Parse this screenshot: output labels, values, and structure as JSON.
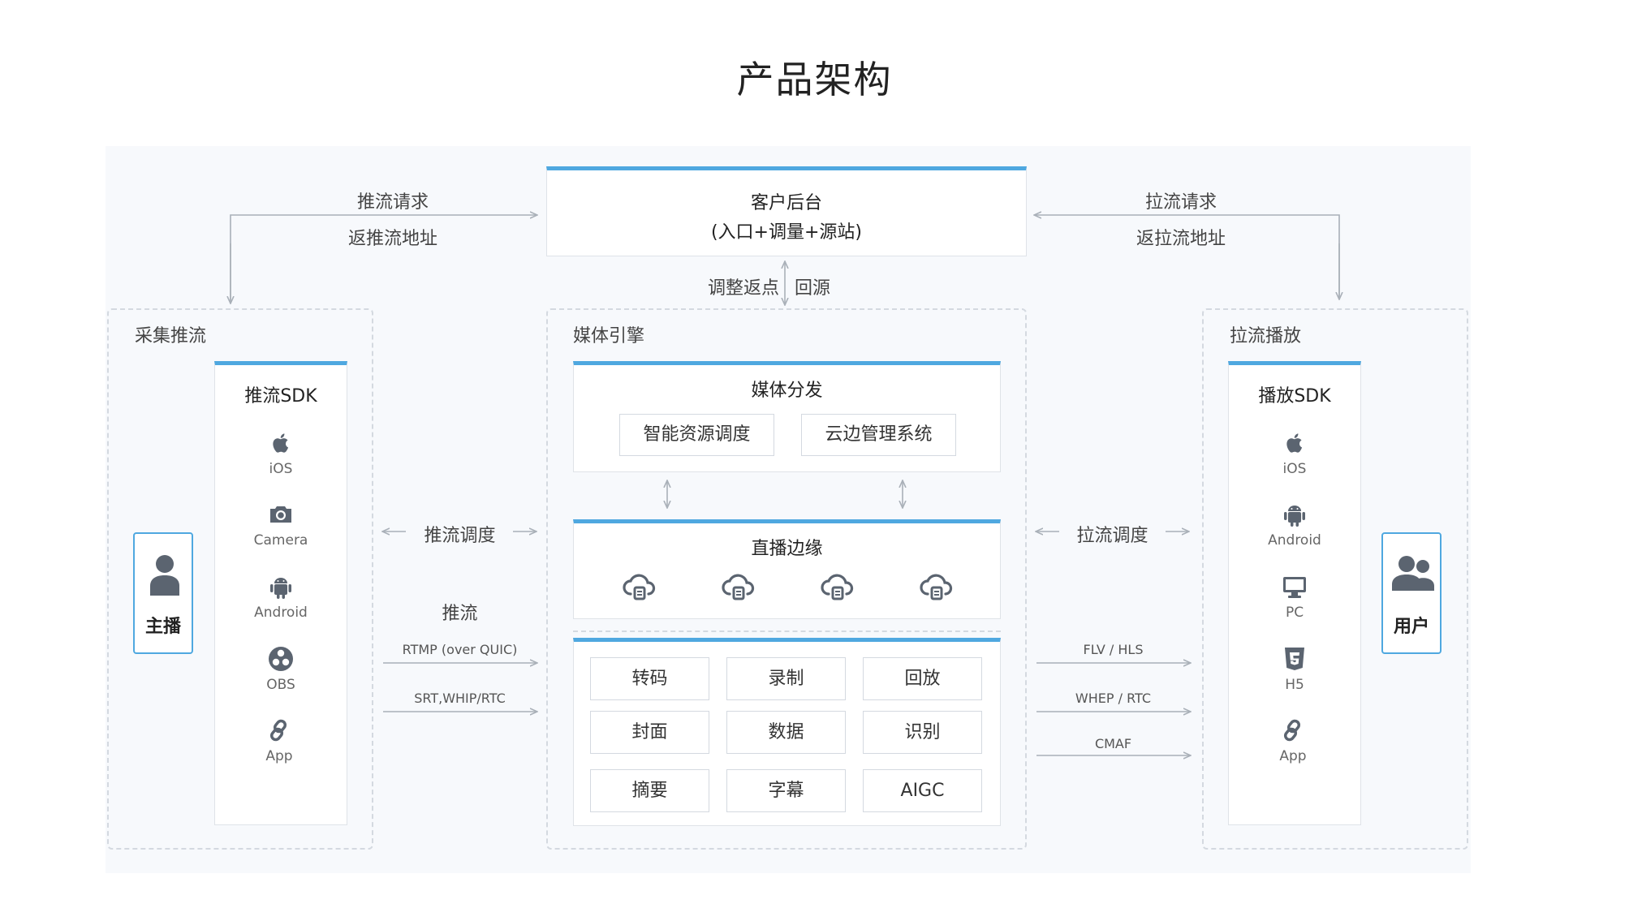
{
  "page_title": "产品架构",
  "customer_backend": {
    "title": "客户后台",
    "subtitle": "(入口+调量+源站)"
  },
  "left_request": {
    "line1": "推流请求",
    "line2": "返推流地址"
  },
  "right_request": {
    "line1": "拉流请求",
    "line2": "返拉流地址"
  },
  "vertical_link": {
    "left": "调整返点",
    "right": "回源"
  },
  "capture": {
    "group_title": "采集推流",
    "sdk_title": "推流SDK",
    "items": [
      {
        "icon": "apple-icon",
        "label": "iOS"
      },
      {
        "icon": "camera-icon",
        "label": "Camera"
      },
      {
        "icon": "android-icon",
        "label": "Android"
      },
      {
        "icon": "obs-icon",
        "label": "OBS"
      },
      {
        "icon": "link-icon",
        "label": "App"
      }
    ],
    "person_label": "主播"
  },
  "media_engine": {
    "group_title": "媒体引擎",
    "distribution": {
      "title": "媒体分发",
      "items": [
        "智能资源调度",
        "云边管理系统"
      ]
    },
    "edge": {
      "title": "直播边缘",
      "node_count_icons": 4
    },
    "features": [
      "转码",
      "录制",
      "回放",
      "封面",
      "数据",
      "识别",
      "摘要",
      "字幕",
      "AIGC"
    ]
  },
  "playback": {
    "group_title": "拉流播放",
    "sdk_title": "播放SDK",
    "items": [
      {
        "icon": "apple-icon",
        "label": "iOS"
      },
      {
        "icon": "android-icon",
        "label": "Android"
      },
      {
        "icon": "monitor-icon",
        "label": "PC"
      },
      {
        "icon": "html5-icon",
        "label": "H5"
      },
      {
        "icon": "link-icon",
        "label": "App"
      }
    ],
    "person_label": "用户"
  },
  "push_side": {
    "schedule": "推流调度",
    "push_title": "推流",
    "protocols": [
      "RTMP (over QUIC)",
      "SRT,WHIP/RTC"
    ]
  },
  "pull_side": {
    "schedule": "拉流调度",
    "protocols": [
      "FLV / HLS",
      "WHEP / RTC",
      "CMAF"
    ]
  },
  "colors": {
    "accent": "#4fa8e0",
    "line": "#a9b0b8",
    "icon": "#5b6470"
  }
}
